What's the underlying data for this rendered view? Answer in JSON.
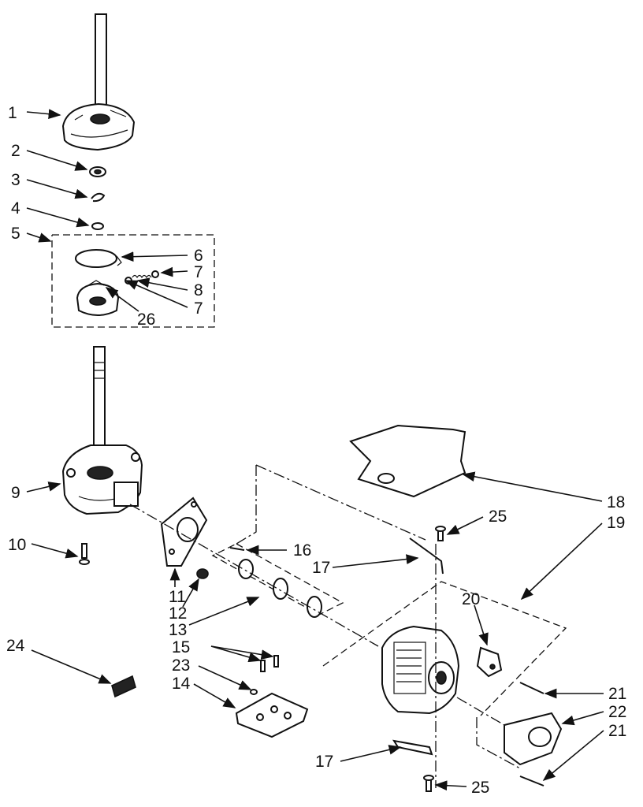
{
  "callouts": {
    "c1": "1",
    "c2": "2",
    "c3": "3",
    "c4": "4",
    "c5": "5",
    "c6": "6",
    "c7a": "7",
    "c8": "8",
    "c7b": "7",
    "c26": "26",
    "c9": "9",
    "c10": "10",
    "c11": "11",
    "c12": "12",
    "c13": "13",
    "c14": "14",
    "c15": "15",
    "c16": "16",
    "c17a": "17",
    "c17b": "17",
    "c18": "18",
    "c19": "19",
    "c20": "20",
    "c21a": "21",
    "c21b": "21",
    "c22": "22",
    "c23": "23",
    "c24": "24",
    "c25a": "25",
    "c25b": "25"
  }
}
